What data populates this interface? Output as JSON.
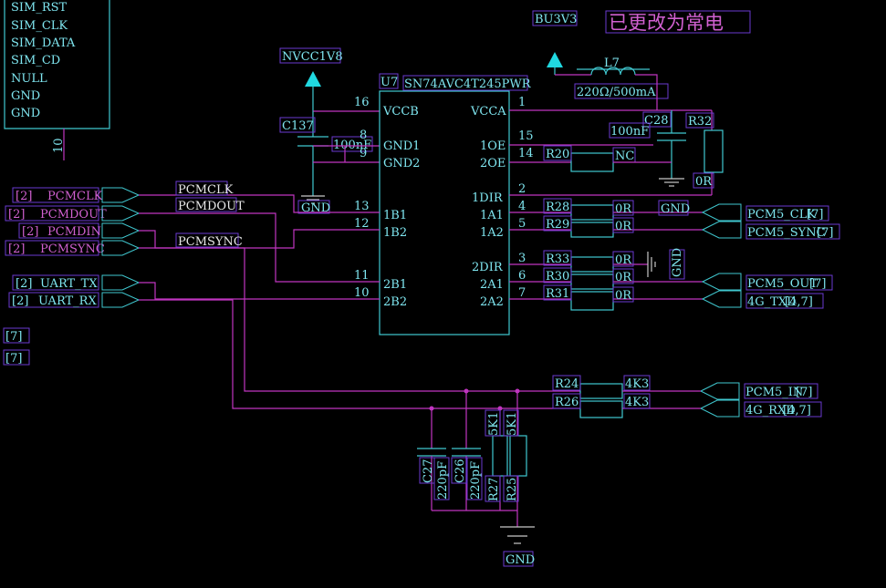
{
  "top_note": "已更改为常电",
  "sim_connector": {
    "pins": [
      "SIM_RST",
      "SIM_CLK",
      "SIM_DATA",
      "SIM_CD",
      "NULL",
      "GND",
      "GND"
    ],
    "pin_number": "10"
  },
  "ic": {
    "ref": "U7",
    "part": "SN74AVC4T245PWR",
    "left_pins": [
      {
        "num": "16",
        "name": "VCCB"
      },
      {
        "num": "8",
        "name": "GND1"
      },
      {
        "num": "9",
        "name": "GND2"
      },
      {
        "num": "13",
        "name": "1B1"
      },
      {
        "num": "12",
        "name": "1B2"
      },
      {
        "num": "11",
        "name": "2B1"
      },
      {
        "num": "10",
        "name": "2B2"
      }
    ],
    "right_pins": [
      {
        "num": "1",
        "name": "VCCA"
      },
      {
        "num": "15",
        "name": "1OE"
      },
      {
        "num": "14",
        "name": "2OE"
      },
      {
        "num": "2",
        "name": "1DIR"
      },
      {
        "num": "4",
        "name": "1A1"
      },
      {
        "num": "5",
        "name": "1A2"
      },
      {
        "num": "3",
        "name": "2DIR"
      },
      {
        "num": "6",
        "name": "2A1"
      },
      {
        "num": "7",
        "name": "2A2"
      }
    ]
  },
  "power": {
    "nvcc": "NVCC1V8",
    "bu3v3": "BU3V3",
    "gnd": "GND"
  },
  "inductor": {
    "ref": "L7",
    "value": "220Ω/500mA"
  },
  "caps": {
    "c137": {
      "ref": "C137",
      "value": "100nF"
    },
    "c28": {
      "ref": "C28",
      "value": "100nF"
    },
    "c27": {
      "ref": "C27",
      "value": "220pF"
    },
    "c26": {
      "ref": "C26",
      "value": "220pF"
    }
  },
  "resistors": {
    "r32": {
      "ref": "R32",
      "value": "0R"
    },
    "r20": {
      "ref": "R20",
      "value": "NC"
    },
    "r28": {
      "ref": "R28",
      "value": "0R"
    },
    "r29": {
      "ref": "R29",
      "value": "0R"
    },
    "r33": {
      "ref": "R33",
      "value": "0R"
    },
    "r30": {
      "ref": "R30",
      "value": "0R"
    },
    "r31": {
      "ref": "R31",
      "value": "0R"
    },
    "r24": {
      "ref": "R24",
      "value": "4K3"
    },
    "r26": {
      "ref": "R26",
      "value": "4K3"
    },
    "r27": {
      "ref": "R27",
      "value": "5K1"
    },
    "r25": {
      "ref": "R25",
      "value": "5K1"
    }
  },
  "left_ports": [
    {
      "sheet": "[2]",
      "name": "PCMCLK"
    },
    {
      "sheet": "[2]",
      "name": "PCMDOUT"
    },
    {
      "sheet": "[2]",
      "name": "PCMDIN"
    },
    {
      "sheet": "[2]",
      "name": "PCMSYNC"
    },
    {
      "sheet": "[2]",
      "name": "UART_TX"
    },
    {
      "sheet": "[2]",
      "name": "UART_RX"
    }
  ],
  "orphan_refs": [
    "[7]",
    "[7]"
  ],
  "net_labels": {
    "pcmclk": "PCMCLK",
    "pcmdout": "PCMDOUT",
    "pcmsync": "PCMSYNC"
  },
  "right_ports": [
    {
      "name": "PCM5_CLK",
      "sheet": "[7]"
    },
    {
      "name": "PCM5_SYNC",
      "sheet": "[7]"
    },
    {
      "name": "PCM5_OUT",
      "sheet": "[7]"
    },
    {
      "name": "4G_TXD",
      "sheet": "[4,7]"
    },
    {
      "name": "PCM5_IN",
      "sheet": "[7]"
    },
    {
      "name": "4G_RXD",
      "sheet": "[4,7]"
    }
  ]
}
